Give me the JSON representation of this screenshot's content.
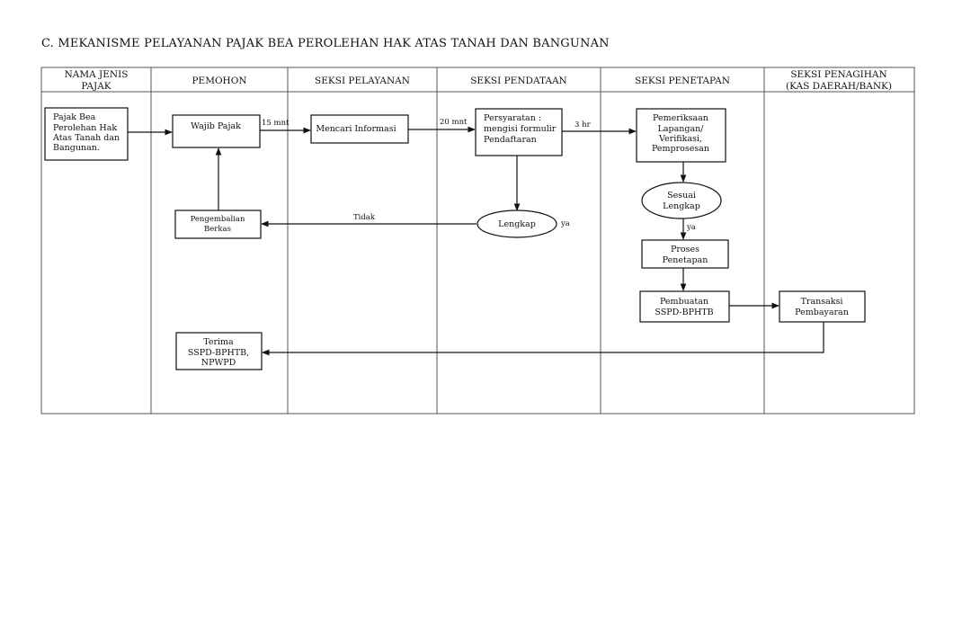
{
  "title": "C.  MEKANISME PELAYANAN PAJAK BEA PEROLEHAN HAK ATAS TANAH DAN BANGUNAN",
  "columns": {
    "jenis_pajak": [
      "NAMA JENIS",
      "PAJAK"
    ],
    "pemohon": "PEMOHON",
    "pelayanan": "SEKSI PELAYANAN",
    "pendataan": "SEKSI PENDATAAN",
    "penetapan": "SEKSI PENETAPAN",
    "penagihan": [
      "SEKSI PENAGIHAN",
      "(KAS DAERAH/BANK)"
    ]
  },
  "nodes": {
    "pajak_bea": [
      "Pajak Bea",
      "Perolehan Hak",
      "Atas Tanah dan",
      "Bangunan."
    ],
    "wajib_pajak": "Wajib Pajak",
    "mencari_informasi": "Mencari Informasi",
    "persyaratan": [
      "Persyaratan :",
      "mengisi formulir",
      "Pendaftaran"
    ],
    "pemeriksaan": [
      "Pemeriksaan",
      "Lapangan/",
      "Verifikasi,",
      "Pemprosesan"
    ],
    "sesuai_lengkap": [
      "Sesuai",
      "Lengkap"
    ],
    "lengkap": "Lengkap",
    "pengembalian": [
      "Pengembalian",
      "Berkas"
    ],
    "proses_penetapan": [
      "Proses",
      "Penetapan"
    ],
    "pembuatan": [
      "Pembuatan",
      "SSPD-BPHTB"
    ],
    "transaksi": [
      "Transaksi",
      "Pembayaran"
    ],
    "terima": [
      "Terima",
      "SSPD-BPHTB,",
      "NPWPD"
    ]
  },
  "edge_labels": {
    "t15": "15 mnt",
    "t20": "20 mnt",
    "t3": "3 hr",
    "tidak": "Tidak",
    "ya_lengkap": "ya",
    "ya_sesuai": "ya"
  }
}
